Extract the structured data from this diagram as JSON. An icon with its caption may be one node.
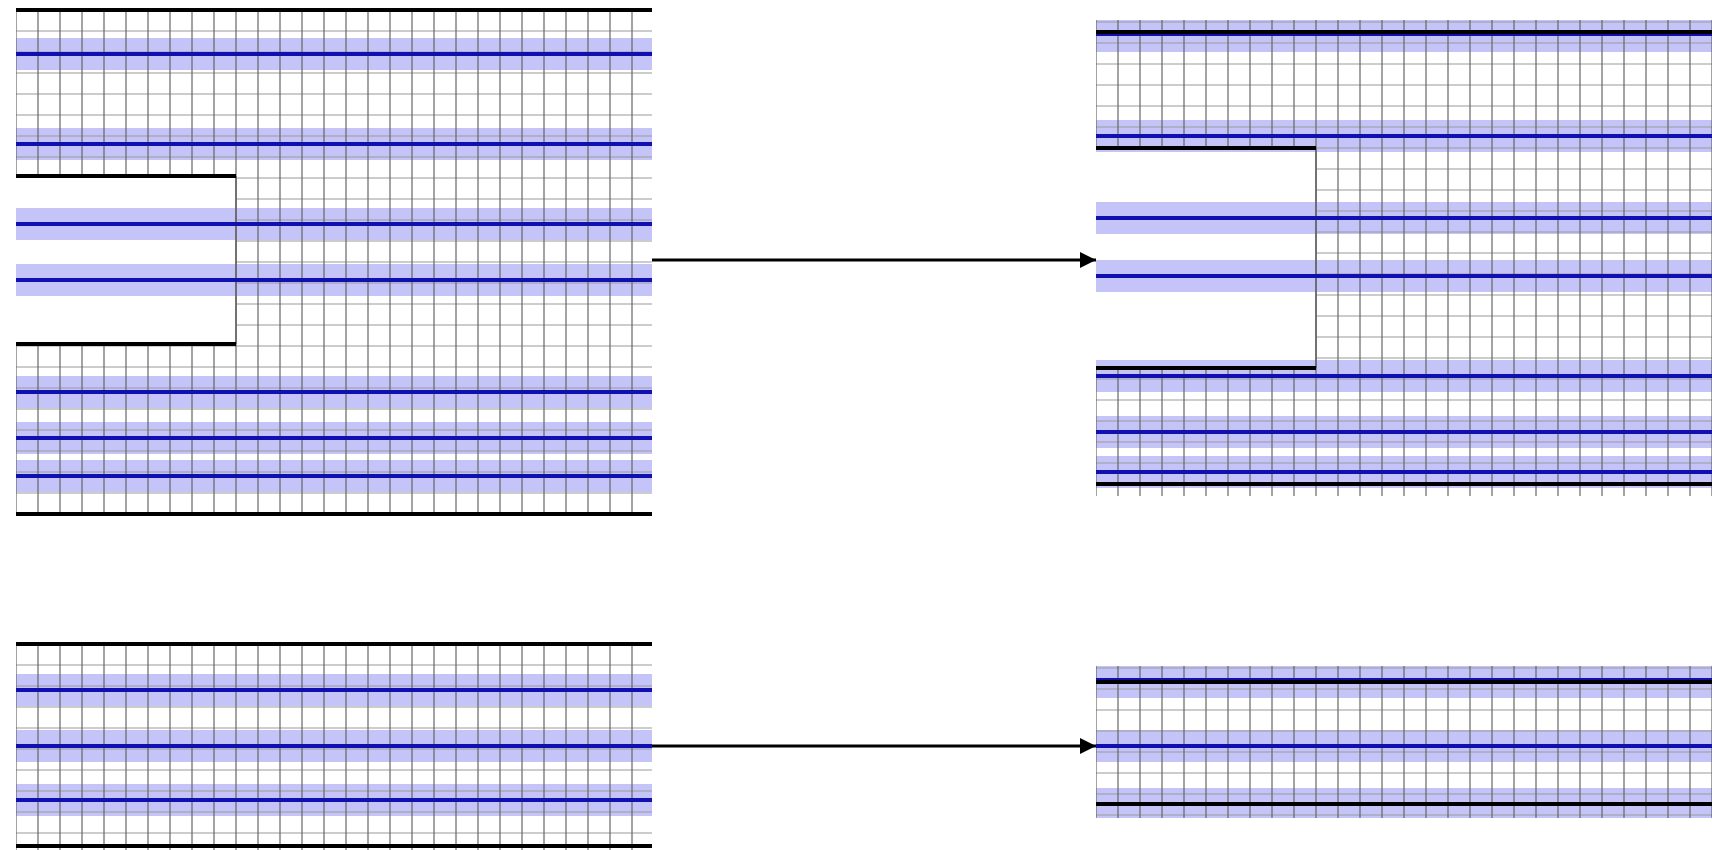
{
  "diagram": {
    "nodes": [
      {
        "text": [],
        "shape": "picture"
      },
      {
        "text": [],
        "shape": "picture"
      },
      {
        "text": [],
        "shape": "picture"
      },
      {
        "text": [],
        "shape": "picture"
      }
    ],
    "edges": [
      {
        "from": 0,
        "to": 1,
        "arrow": "to"
      },
      {
        "from": 2,
        "to": 3,
        "arrow": "to"
      }
    ]
  }
}
